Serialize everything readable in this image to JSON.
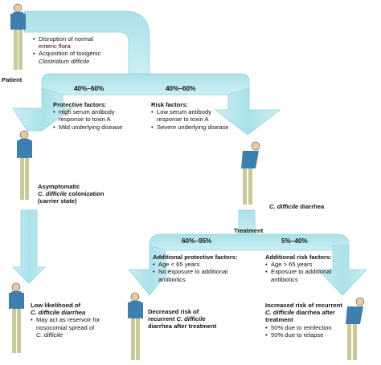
{
  "patient": {
    "label": "Patient",
    "causes": [
      {
        "line1": "Disruption of normal",
        "line2": "enteric flora"
      },
      {
        "line1": "Acquisition of toxigenic",
        "line2": "Clostridium difficile"
      }
    ]
  },
  "split1": {
    "left_pct": "40%–60%",
    "right_pct": "40%–60%"
  },
  "protective": {
    "title": "Protective factors:",
    "items": [
      {
        "line1": "High serum antibody",
        "line2": "response to toxin A"
      },
      {
        "line1": "Mild underlying disease",
        "line2": ""
      }
    ]
  },
  "risk": {
    "title": "Risk factors:",
    "items": [
      {
        "line1": "Low serum antibody",
        "line2": "response to toxin A"
      },
      {
        "line1": "Severe underlying disease",
        "line2": ""
      }
    ]
  },
  "asymptomatic": {
    "line1": "Asymptomatic",
    "line2_italic": "C. difficile",
    "line2_rest": " colonization",
    "line3": "(carrier state)"
  },
  "diarrhea": {
    "italic": "C. difficile",
    "rest": " diarrhea"
  },
  "treatment": {
    "label": "Treatment"
  },
  "split2": {
    "left_pct": "60%–95%",
    "right_pct": "5%–40%"
  },
  "add_protective": {
    "title": "Additional protective factors:",
    "items": [
      {
        "line1": "Age < 65 years",
        "line2": ""
      },
      {
        "line1": "No exposure to additional",
        "line2": "antibiotics"
      }
    ]
  },
  "add_risk": {
    "title": "Additional risk factors:",
    "items": [
      {
        "line1": "Age > 65 years",
        "line2": ""
      },
      {
        "line1": "Exposure to additional",
        "line2": "antibiotics"
      }
    ]
  },
  "low_likelihood": {
    "line1": "Low likelihood of",
    "line2": "C. difficile diarrhea",
    "bullet_line1": "May act as reservoir for",
    "bullet_line2": "nosocomial spread of",
    "bullet_line3": "C. difficile"
  },
  "decreased": {
    "line1": "Decreased risk of",
    "line2_prefix": "recurrent ",
    "line2_italic": "C. difficile",
    "line3": "diarrhea after treatment"
  },
  "increased": {
    "line1": "Increased risk of recurrent",
    "line2_italic": "C. difficile",
    "line2_rest": " diarrhea after",
    "line3": "treatment",
    "items": [
      "50% due to reinfection",
      "50% due to relapse"
    ]
  },
  "colors": {
    "arrow_fill": "#b9e8ee",
    "arrow_stroke": "#8fd3dc",
    "shirt": "#3f7fb0",
    "pants": "#c8ca9a",
    "skin": "#e8c9a4"
  }
}
